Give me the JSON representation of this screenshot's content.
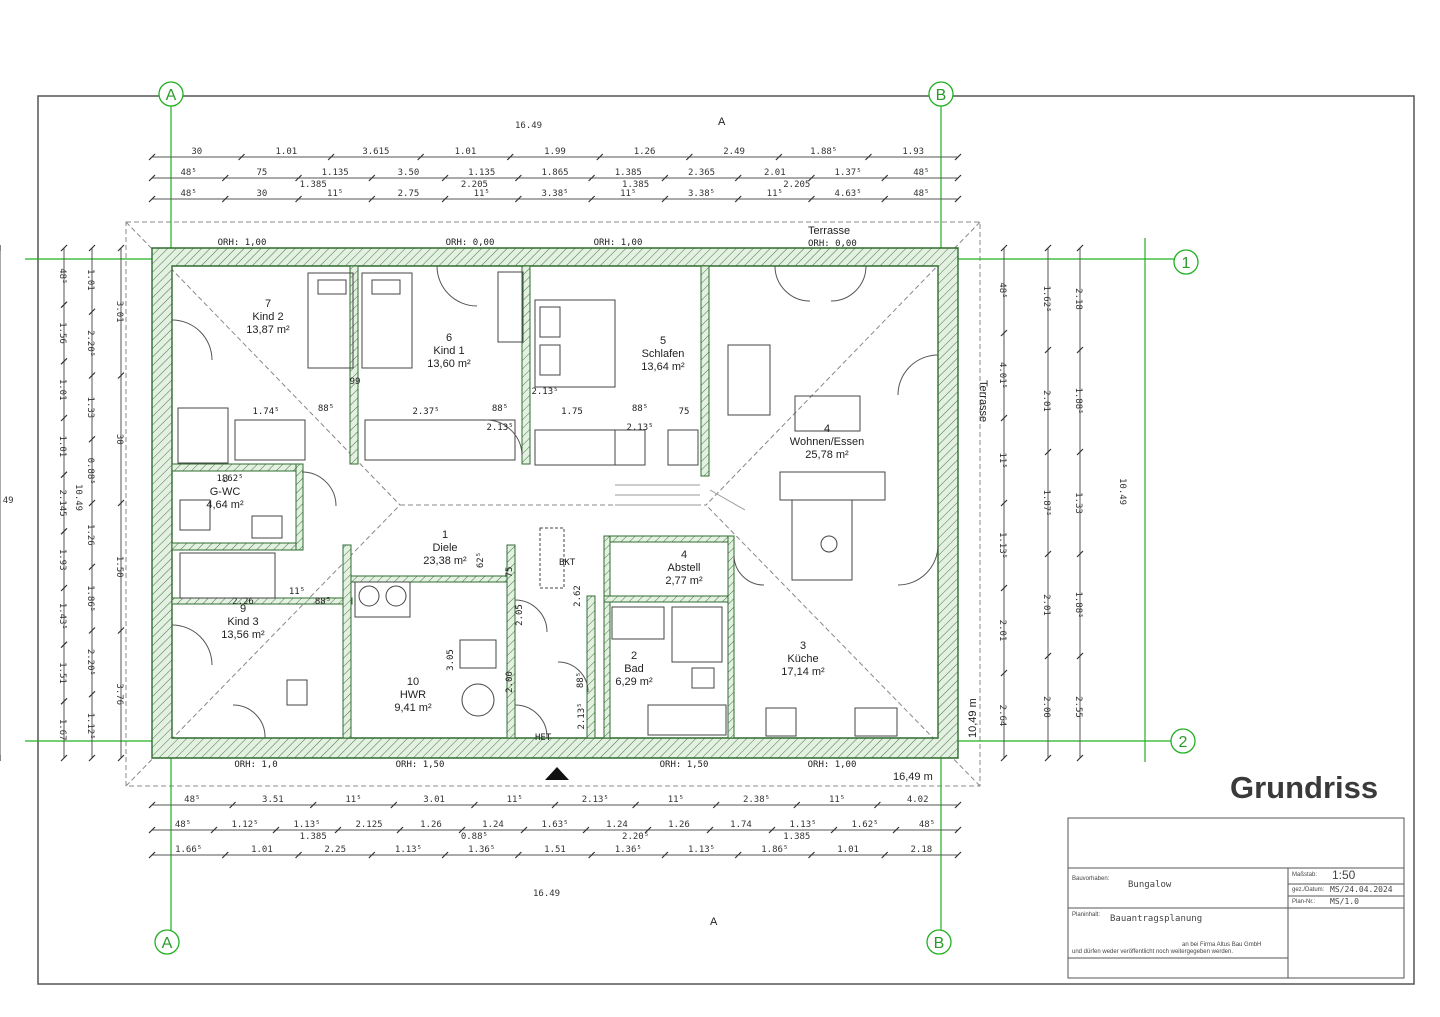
{
  "title": "Grundriss",
  "axes": {
    "a": "A",
    "b": "B",
    "row1": "1",
    "row2": "2"
  },
  "section_marks": {
    "top": "A",
    "bottom": "A"
  },
  "overall": {
    "width_top": "16.49",
    "width_bottom": "16.49",
    "height_left": "10.49",
    "height_right": "10.49",
    "width_plan": "16,49 m",
    "height_plan": "10,49 m"
  },
  "terrace_labels": {
    "top": "Terrasse",
    "top_orh": "ORH: 0,00",
    "right": "Terrasse"
  },
  "orh_labels": [
    "ORH: 1,00",
    "ORH: 0,00",
    "ORH: 1,00",
    "ORH: 1,0",
    "ORH: 1,50",
    "ORH: 1,50",
    "ORH: 1,00"
  ],
  "rooms": [
    {
      "num": "7",
      "name": "Kind 2",
      "area": "13,87 m²"
    },
    {
      "num": "6",
      "name": "Kind 1",
      "area": "13,60 m²"
    },
    {
      "num": "5",
      "name": "Schlafen",
      "area": "13,64 m²"
    },
    {
      "num": "4",
      "name": "Wohnen/Essen",
      "area": "25,78 m²"
    },
    {
      "num": "8",
      "name": "G-WC",
      "area": "4,64 m²"
    },
    {
      "num": "1",
      "name": "Diele",
      "area": "23,38 m²"
    },
    {
      "num": "4",
      "name": "Abstell",
      "area": "2,77 m²"
    },
    {
      "num": "9",
      "name": "Kind 3",
      "area": "13,56 m²"
    },
    {
      "num": "10",
      "name": "HWR",
      "area": "9,41 m²"
    },
    {
      "num": "2",
      "name": "Bad",
      "area": "6,29 m²"
    },
    {
      "num": "3",
      "name": "Küche",
      "area": "17,14 m²"
    }
  ],
  "fixture_labels": {
    "bkt": "BKT",
    "het": "HET"
  },
  "dims_top": [
    {
      "values": [
        "30",
        "1.01",
        "3.615",
        "1.01",
        "1.99",
        "1.26",
        "2.49",
        "1.88⁵",
        "1.93"
      ]
    },
    {
      "values": [
        "48⁵",
        "75",
        "1.135",
        "3.50",
        "1.135",
        "1.865",
        "1.385",
        "2.365",
        "2.01",
        "1.37⁵",
        "48⁵"
      ],
      "sub": [
        "1.385",
        "2.205",
        "1.385",
        "2.205"
      ]
    },
    {
      "values": [
        "48⁵",
        "30",
        "11⁵",
        "2.75",
        "11⁵",
        "3.38⁵",
        "11⁵",
        "3.38⁵",
        "11⁵",
        "4.63⁵",
        "48⁵"
      ]
    }
  ],
  "dims_bottom": [
    {
      "values": [
        "48⁵",
        "3.51",
        "11⁵",
        "3.01",
        "11⁵",
        "2.13⁵",
        "11⁵",
        "2.38⁵",
        "11⁵",
        "4.02"
      ]
    },
    {
      "values": [
        "48⁵",
        "1.12⁵",
        "1.13⁵",
        "2.125",
        "1.26",
        "1.24",
        "1.63⁵",
        "1.24",
        "1.26",
        "1.74",
        "1.13⁵",
        "1.62⁵",
        "48⁵"
      ],
      "sub": [
        "1.385",
        "0.88⁵",
        "2.20⁵",
        "1.385"
      ]
    },
    {
      "values": [
        "1.66⁵",
        "1.01",
        "2.25",
        "1.13⁵",
        "1.36⁵",
        "1.51",
        "1.36⁵",
        "1.13⁵",
        "1.86⁵",
        "1.01",
        "2.18"
      ]
    }
  ],
  "dims_left": [
    {
      "values": [
        "48⁵",
        "1.56",
        "1.01",
        "1.01",
        "2.145",
        "1.93",
        "1.43⁵",
        "1.51",
        "1.67"
      ]
    },
    {
      "values": [
        "1.01",
        "2.20⁵",
        "1.33",
        "0.88⁵",
        "1.26",
        "1.86⁵",
        "2.20⁵",
        "1.12⁵"
      ]
    },
    {
      "values": [
        "3.01",
        "30",
        "1.50",
        "3.76"
      ]
    }
  ],
  "dims_right": [
    {
      "values": [
        "48⁵",
        "4.01⁵",
        "11⁵",
        "1.13⁵",
        "2.01",
        "2.64"
      ]
    },
    {
      "values": [
        "1.62⁵",
        "2.01",
        "1.87⁵",
        "2.01",
        "2.00"
      ]
    },
    {
      "values": [
        "2.18",
        "1.88⁵",
        "1.33",
        "1.88⁵",
        "2.55"
      ]
    },
    {
      "values": [
        "10.49"
      ]
    }
  ],
  "interior_dims": [
    "1.74⁵",
    "88⁵",
    "2.37⁵",
    "88⁵",
    "1.75",
    "88⁵",
    "75",
    "1.62⁵",
    "2.26",
    "11⁵",
    "88⁵",
    "62⁵",
    "2.62",
    "2.05",
    "3.05",
    "2.00",
    "88⁵",
    "2.13⁵",
    "75",
    "99",
    "2.13⁵",
    "2.13⁵",
    "2.13⁵"
  ],
  "title_block": {
    "scale_label": "Maßstab:",
    "scale": "1:50",
    "project_label": "Bauvorhaben:",
    "project": "Bungalow",
    "date_label": "gez./Datum:",
    "date": "MS/24.04.2024",
    "plan_label": "Plan-Nr.:",
    "plan_no": "MS/1.0",
    "content_label": "Planinhalt:",
    "content": "Bauantragsplanung",
    "notice_1": "an bei Firma Altus Bau GmbH",
    "notice_2": "und dürfen weder veröffentlicht noch weitergegeben werden."
  },
  "colors": {
    "wall": "#2f6b2f",
    "wall_fill": "#dfeedd",
    "axis": "#22b022",
    "line": "#444444"
  }
}
